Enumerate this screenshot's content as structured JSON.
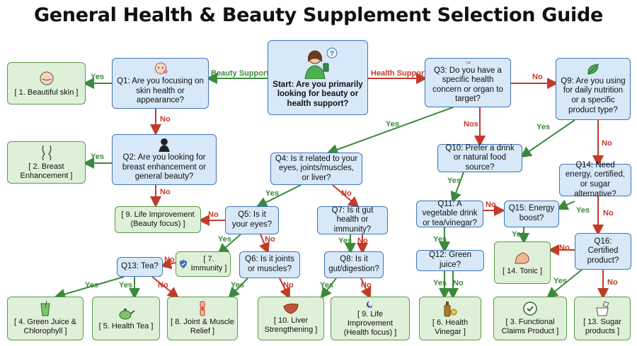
{
  "title": "General Health & Beauty Supplement Selection Guide",
  "nodes": {
    "start": "Start: Are you primarily looking for beauty or health support?",
    "q1": "Q1: Are you focusing on skin health or appearance?",
    "q2": "Q2: Are you looking for breast enhancement or general beauty?",
    "q3": "Q3: Do you have a specific health concern or organ to target?",
    "q4": "Q4: Is it related to your eyes, joints/muscles, or liver?",
    "q5": "Q5: Is it your eyes?",
    "q6": "Q6: Is it joints or muscles?",
    "q7": "Q7: Is it gut health or immunity?",
    "q8": "Q8: Is it gut/digestion?",
    "q9": "Q9: Are you using for daily nutrition or a specific product type?",
    "q10": "Q10: Prefer a drink or natural food source?",
    "q11": "Q11: A vegetable drink or tea/vinegar?",
    "q12": "Q12: Green juice?",
    "q13": "Q13: Tea?",
    "q14": "Q14: Need energy, certified, or sugar alternative?",
    "q15": "Q15: Energy boost?",
    "q16": "Q16: Certified product?"
  },
  "results": {
    "r1": "[ 1. Beautiful skin ]",
    "r2": "[ 2. Breast Enhancement ]",
    "r3": "[ 3. Functional Claims Product ]",
    "r4": "[ 4. Green Juice & Chlorophyll ]",
    "r5": "[ 5. Health Tea ]",
    "r6": "[ 6. Health Vinegar ]",
    "r7": "[ 7. Immunity ]",
    "r8": "[ 8. Joint & Muscle Relief ]",
    "r9": "[ 9. Life Improvement (Beauty focus) ]",
    "r9b": "[ 9. Life Improvement (Health focus) ]",
    "r10": "[ 10. Liver Strengthening ]",
    "r13": "[ 13. Sugar products ]",
    "r14": "[ 14. Tonic ]"
  },
  "edge_labels": {
    "beauty_support": "Beauty Support",
    "health_support": "Health Support",
    "yes": "Yes",
    "no": "No",
    "nos": "Nos"
  },
  "colors": {
    "question_fill": "#d7e8f8",
    "question_border": "#3f74b6",
    "result_fill": "#dff0d8",
    "result_border": "#5a9a4a",
    "yes_arrow": "#3a8a3a",
    "no_arrow": "#c33a2a"
  },
  "icons": {
    "start": "woman-with-bottle-question-icon",
    "q1": "face-icon",
    "q2": "woman-silhouette-icon",
    "q3": "stomach-gear-icon",
    "q9": "leaf-icon",
    "r1": "face-icon",
    "r2": "body-outline-icon",
    "r3": "certificate-badge-icon",
    "r4": "glass-icon",
    "r5": "teapot-icon",
    "r6": "bottle-icon",
    "r7": "shield-icon",
    "r8": "knee-joint-icon",
    "r10": "liver-icon",
    "r9b": "moon-sleep-icon",
    "r13": "sugar-jar-icon",
    "r14": "muscle-arm-icon"
  }
}
